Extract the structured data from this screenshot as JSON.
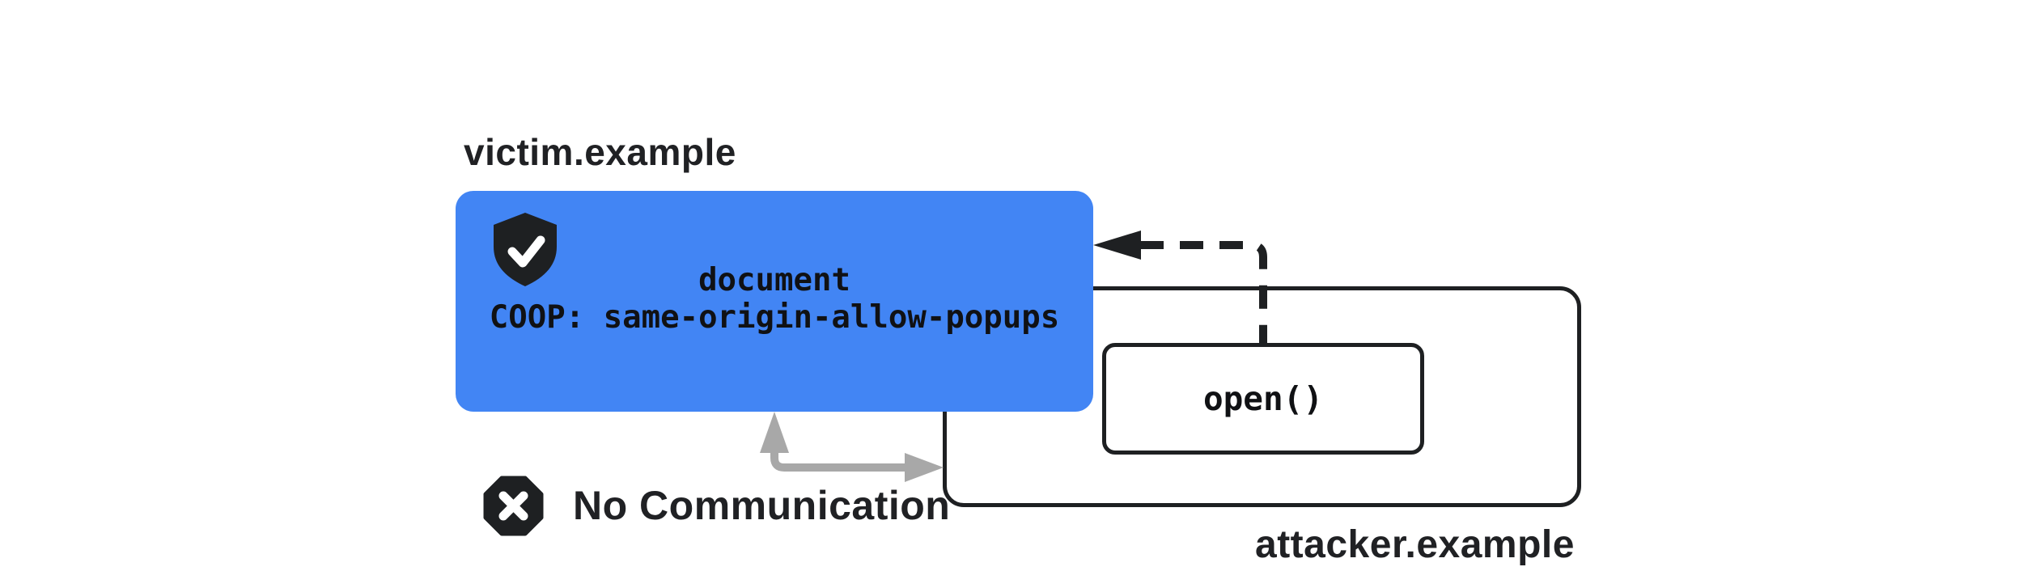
{
  "colors": {
    "victim_box_blue": "#4285F4",
    "ink_black": "#1E2022",
    "arrow_gray": "#A8A8A8",
    "background": "#FFFFFF"
  },
  "victim": {
    "domain_label": "victim.example",
    "box": {
      "icon": "shield-check-icon",
      "line1": "document",
      "line2": "COOP: same-origin-allow-popups"
    }
  },
  "attacker": {
    "domain_label": "attacker.example",
    "open_box_label": "open()"
  },
  "no_communication": {
    "icon": "blocked-x-icon",
    "label": "No Communication"
  },
  "arrows": {
    "open_popup_arrow": "dashed-open-arrow",
    "blocked_arrow": "gray-blocked-arrow"
  }
}
